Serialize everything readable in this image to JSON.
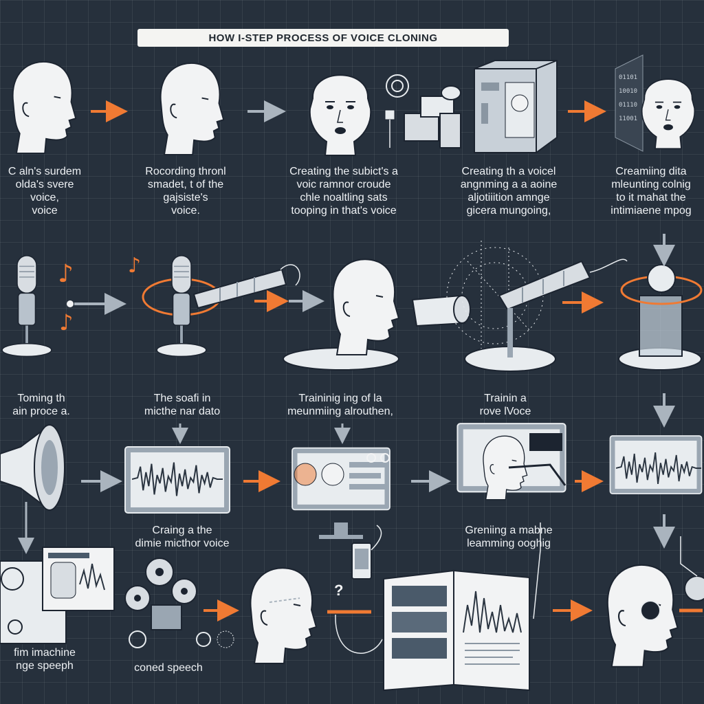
{
  "title": "HOW I-STEP PROCESS OF VOICE CLONING",
  "colors": {
    "background": "#26303c",
    "grid_line": "#3a4552",
    "arrow_orange": "#f07a33",
    "arrow_gray": "#aab4be",
    "figure_white": "#f2f3f4",
    "figure_outline": "#1c2430",
    "screen_fill": "#e8ecef",
    "monitor_frame": "#9aa6b2"
  },
  "captions": {
    "r1c1": "C aln's surdem\nolda's svere\nvoice,\nvoice",
    "r1c2": "Rocording thronl\nsmadet, t of the\ngajsiste's\nvoice.",
    "r1c3": "Creating the subict's a\nvoic ramnor croude\nchle noaltling sats\ntooping in that's voice",
    "r1c4": "Creating th a voicel\nangnming a a aoine\naljotiiition amnge\ngicera mungoing,",
    "r1c5": "Creamiing dita\nmleunting colnig\nto  it mahat the\nintimiaene mpog",
    "r2c1": "Toming th\nain proce a.",
    "r2c2": "The soafi in\nmicthe nar dato",
    "r2c3": "Traininig ing of la\nmeunmiing alrouthen,",
    "r2c4": "Trainin a\nrove lVoce",
    "r3c2": "Craing a the\ndimie micthor voice",
    "r3c4": "Greniing a mabne\nleamming ooghig",
    "r4c1": "fim imachine\nnge speeph",
    "r4c2": "coned speech"
  },
  "icons": {
    "question": "?"
  }
}
